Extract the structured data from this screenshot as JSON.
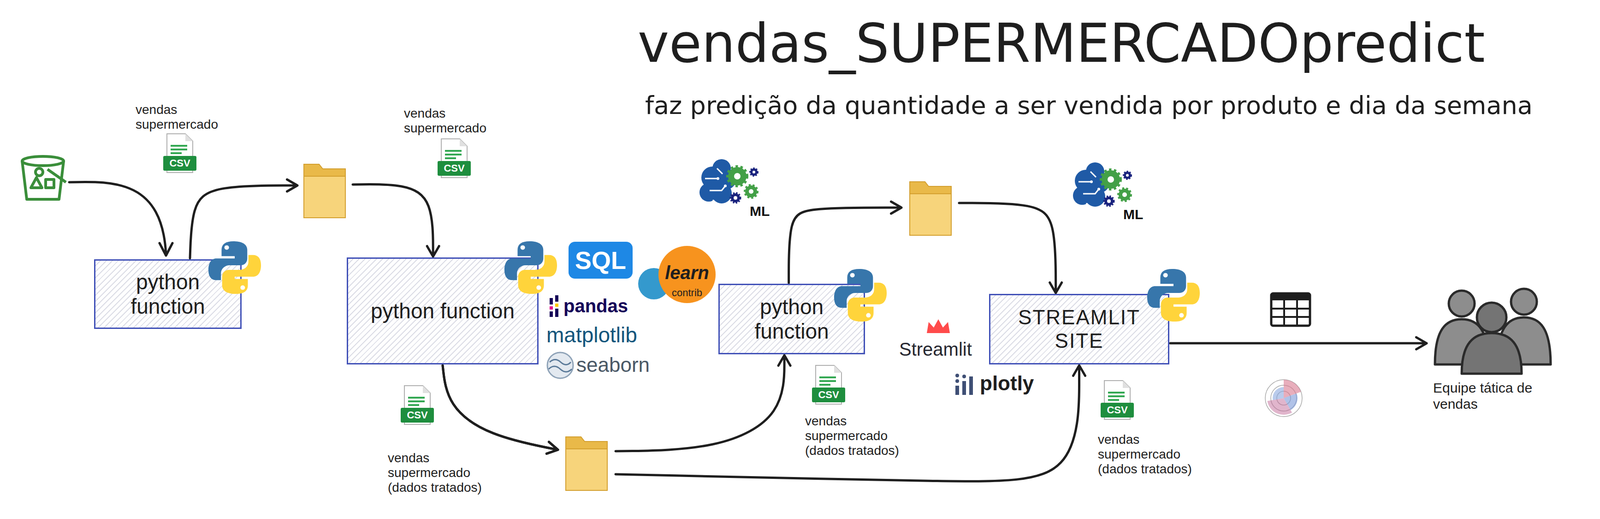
{
  "diagram": {
    "title": "vendas_SUPERMERCADOpredict",
    "caption": "faz predição da quantidade a ser vendida por produto e dia da semana",
    "nodes": [
      {
        "text": [
          "python function"
        ]
      },
      {
        "text": [
          "python function"
        ]
      },
      {
        "text": [
          "python function"
        ]
      },
      {
        "text": [
          "STREAMLIT SITE"
        ]
      },
      {
        "text": [
          "Equipe tática de vendas"
        ]
      }
    ],
    "edges": [
      {
        "from": 0,
        "to": 1,
        "arrow": "to",
        "label": "vendas supermercado"
      },
      {
        "from": 1,
        "to": 2,
        "arrow": "to",
        "label": "vendas supermercado (dados tratados)"
      },
      {
        "from": 1,
        "to": 3,
        "arrow": "to",
        "label": "vendas supermercado (dados tratados)"
      },
      {
        "from": 2,
        "to": 3,
        "arrow": "to"
      },
      {
        "from": 3,
        "to": 4,
        "arrow": "to"
      }
    ],
    "labels": [
      "vendas supermercado",
      "CSV",
      "CSV",
      "SQL",
      "pandas",
      "matplotlib",
      "seaborn",
      "CSV",
      "vendas supermercado (dados tratados)",
      "ML",
      "learn",
      "contrib",
      "CSV",
      "ML",
      "Streamlit",
      "plotly",
      "CSV"
    ]
  }
}
